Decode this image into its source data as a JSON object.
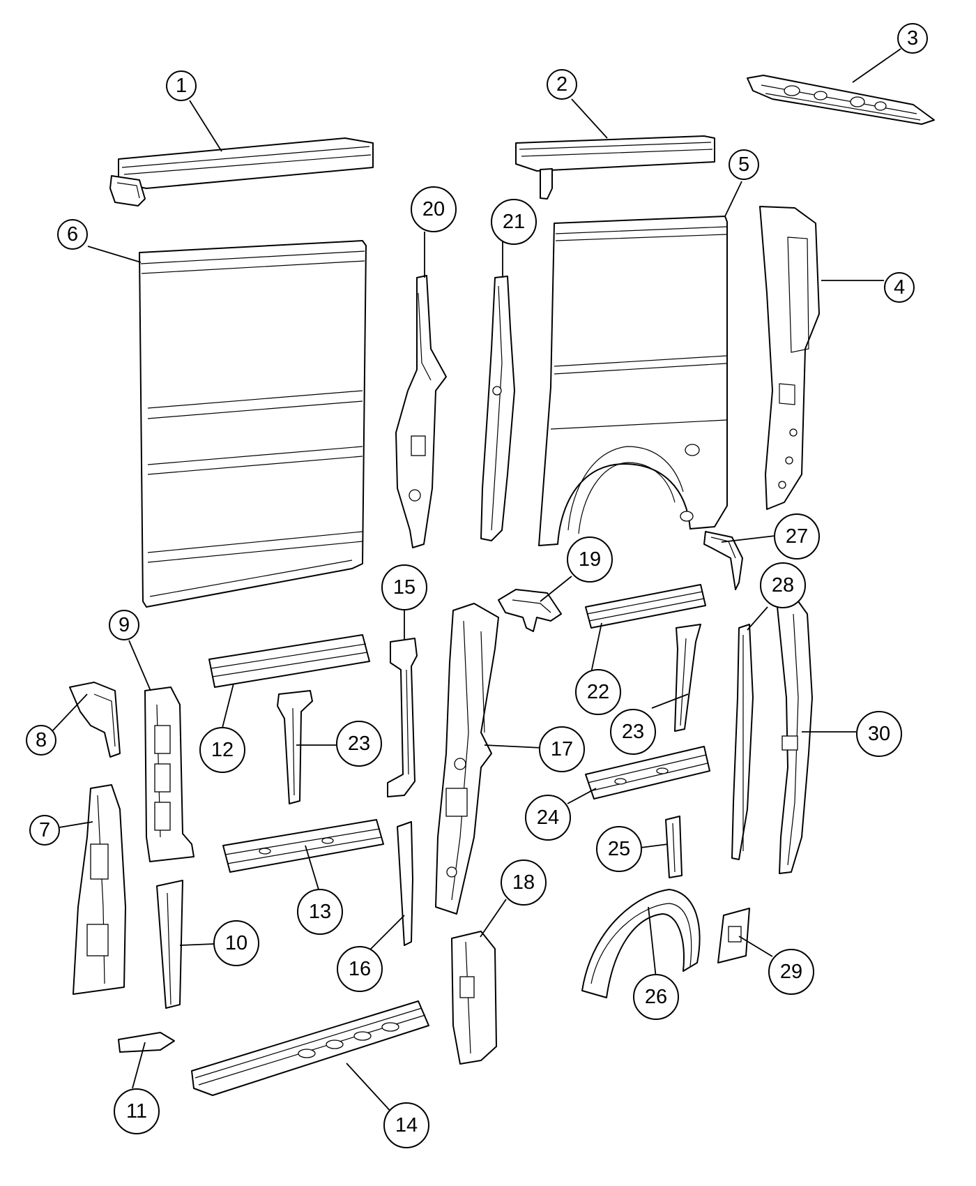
{
  "callouts": [
    {
      "id": "1",
      "label": "1"
    },
    {
      "id": "2",
      "label": "2"
    },
    {
      "id": "3",
      "label": "3"
    },
    {
      "id": "4",
      "label": "4"
    },
    {
      "id": "5",
      "label": "5"
    },
    {
      "id": "6",
      "label": "6"
    },
    {
      "id": "7",
      "label": "7"
    },
    {
      "id": "8",
      "label": "8"
    },
    {
      "id": "9",
      "label": "9"
    },
    {
      "id": "10",
      "label": "10"
    },
    {
      "id": "11",
      "label": "11"
    },
    {
      "id": "12",
      "label": "12"
    },
    {
      "id": "13",
      "label": "13"
    },
    {
      "id": "14",
      "label": "14"
    },
    {
      "id": "15",
      "label": "15"
    },
    {
      "id": "16",
      "label": "16"
    },
    {
      "id": "17",
      "label": "17"
    },
    {
      "id": "18",
      "label": "18"
    },
    {
      "id": "19",
      "label": "19"
    },
    {
      "id": "20",
      "label": "20"
    },
    {
      "id": "21",
      "label": "21"
    },
    {
      "id": "22",
      "label": "22"
    },
    {
      "id": "23a",
      "label": "23"
    },
    {
      "id": "23b",
      "label": "23"
    },
    {
      "id": "24",
      "label": "24"
    },
    {
      "id": "25",
      "label": "25"
    },
    {
      "id": "26",
      "label": "26"
    },
    {
      "id": "27",
      "label": "27"
    },
    {
      "id": "28",
      "label": "28"
    },
    {
      "id": "29",
      "label": "29"
    },
    {
      "id": "30",
      "label": "30"
    }
  ]
}
